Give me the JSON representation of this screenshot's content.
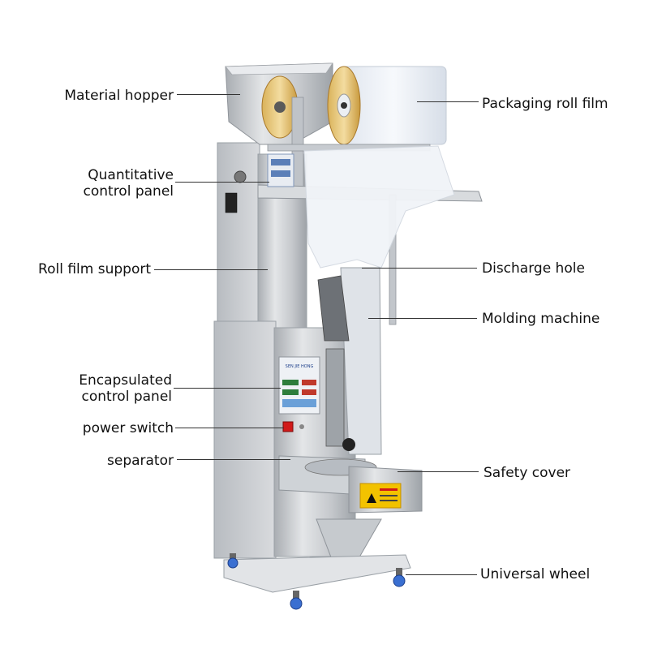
{
  "labels": {
    "material_hopper": "Material hopper",
    "quantitative_control_panel_1": "Quantitative",
    "quantitative_control_panel_2": "control panel",
    "roll_film_support": "Roll film support",
    "encapsulated_control_panel_1": "Encapsulated",
    "encapsulated_control_panel_2": "control panel",
    "power_switch": "power switch",
    "separator": "separator",
    "packaging_roll_film": "Packaging roll film",
    "discharge_hole": "Discharge hole",
    "molding_machine": "Molding machine",
    "safety_cover": "Safety cover",
    "universal_wheel": "Universal wheel"
  },
  "panel_display": {
    "brand": "SEN JIE HONG"
  },
  "colors": {
    "steel": "#c9ccd0",
    "steel_dark": "#8f949a",
    "panel_blue": "#5b7fb8",
    "warning_yellow": "#f2c200",
    "power_red": "#d11a1a",
    "wheel_blue": "#3a6fd1",
    "film": "#eef2f7"
  }
}
